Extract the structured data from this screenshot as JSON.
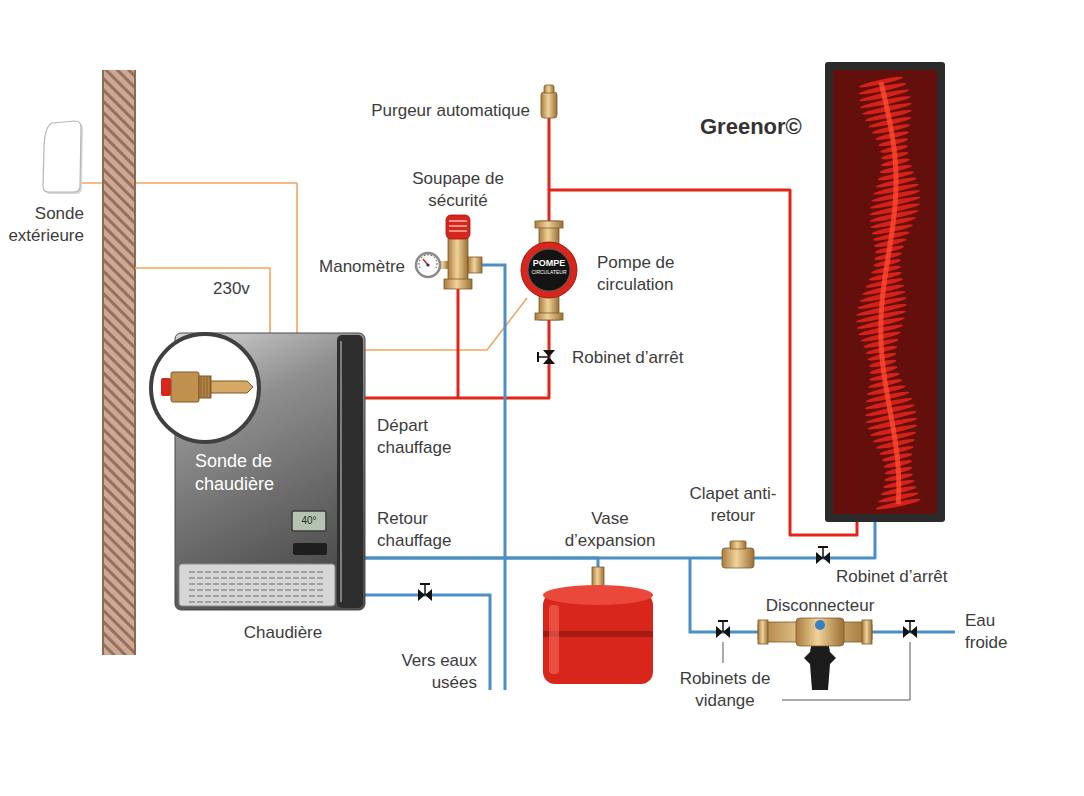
{
  "diagram": {
    "nodes": [
      {
        "text": [
          "Sonde extérieure"
        ]
      },
      {
        "text": [
          "Chaudière"
        ]
      },
      {
        "text": [
          "Sonde de chaudière"
        ],
        "in": 1
      },
      {
        "text": [
          "40°"
        ],
        "in": 1
      },
      {
        "text": [
          "POMPE",
          "CIRCULATEUR",
          "Pompe de circulation"
        ]
      },
      {
        "text": [
          "Greenor©"
        ]
      },
      {
        "text": [
          "Vase d’expansion"
        ]
      }
    ],
    "edges": [
      {
        "from": 0,
        "to": 1,
        "arrow": "none"
      },
      {
        "from": 1,
        "to": 4,
        "arrow": "none"
      },
      {
        "from": 1,
        "to": 4,
        "arrow": "none"
      },
      {
        "from": 4,
        "to": 5,
        "arrow": "none"
      },
      {
        "from": 5,
        "to": 1,
        "arrow": "none"
      },
      {
        "from": 6,
        "to": 1,
        "arrow": "none"
      }
    ],
    "labels": [
      "Purgeur automatique",
      "Soupape de sécurité",
      "Manomètre",
      "230v",
      "Départ chauffage",
      "Retour chauffage",
      "Robinet d’arrêt",
      "Clapet anti-retour",
      "Robinet d’arrêt",
      "Disconnecteur",
      "Eau froide",
      "Robinets de vidange",
      "Vers eaux usées"
    ]
  }
}
